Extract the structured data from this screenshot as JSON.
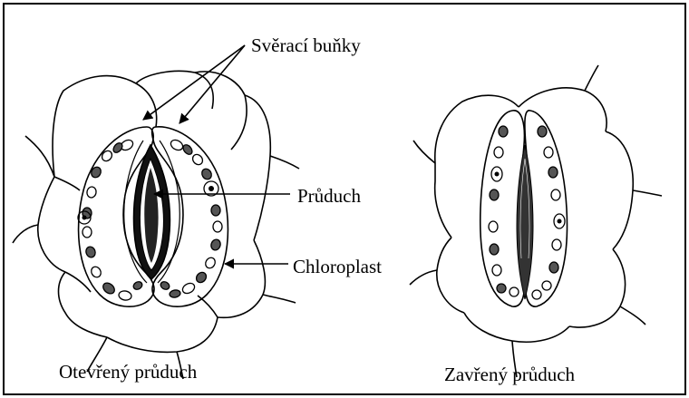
{
  "labels": {
    "guard_cells": "Svěrací buňky",
    "stoma": "Průduch",
    "chloroplast": "Chloroplast"
  },
  "captions": {
    "open": "Otevřený průduch",
    "closed": "Zavřený průduch"
  },
  "colors": {
    "ink": "#000000",
    "background": "#ffffff",
    "frame": "#000000"
  }
}
